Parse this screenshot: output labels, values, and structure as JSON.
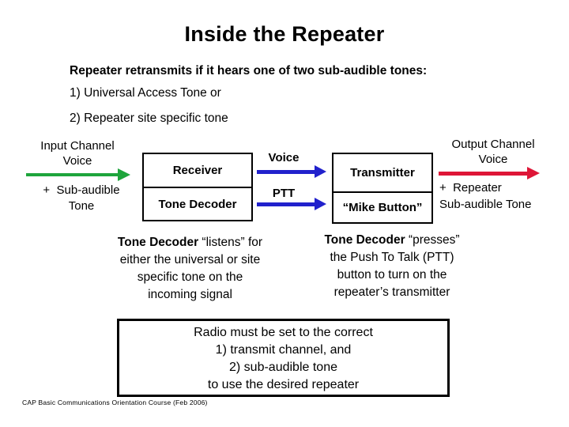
{
  "slide": {
    "title": "Inside the Repeater",
    "intro": {
      "line1": "Repeater retransmits if it hears one of two sub-audible tones:",
      "line2": "1) Universal Access Tone or",
      "line3": "2) Repeater site specific tone"
    },
    "diagram": {
      "input_label_line1": "Input Channel",
      "input_label_line2": "Voice",
      "input_sub_line1": "+  Sub-audible",
      "input_sub_line2": "Tone",
      "receiver": "Receiver",
      "tone_decoder": "Tone Decoder",
      "voice_label": "Voice",
      "ptt_label": "PTT",
      "transmitter": "Transmitter",
      "mike_button": "“Mike Button”",
      "output_label_line1": "Output Channel",
      "output_label_line2": "Voice",
      "output_sub_line1": "+  Repeater",
      "output_sub_line2": "Sub-audible Tone",
      "colors": {
        "input_arrow": "#1ea53c",
        "internal_arrow": "#2121cc",
        "output_arrow": "#de1637"
      }
    },
    "notes": {
      "left": {
        "lead": "Tone Decoder",
        "line1_rest": " “listens” for",
        "line2": "either the universal or site",
        "line3": "specific tone on the",
        "line4": "incoming signal"
      },
      "right": {
        "lead": "Tone Decoder",
        "line1_rest": " “presses”",
        "line2": "the Push To Talk (PTT)",
        "line3": "button to turn on the",
        "line4": "repeater’s transmitter"
      }
    },
    "callout_box": {
      "line1": "Radio must be set to the correct",
      "line2": "1) transmit channel, and",
      "line3": "2) sub-audible tone",
      "line4": "to use the desired repeater"
    },
    "footer": "CAP Basic Communications Orientation Course (Feb 2006)"
  }
}
